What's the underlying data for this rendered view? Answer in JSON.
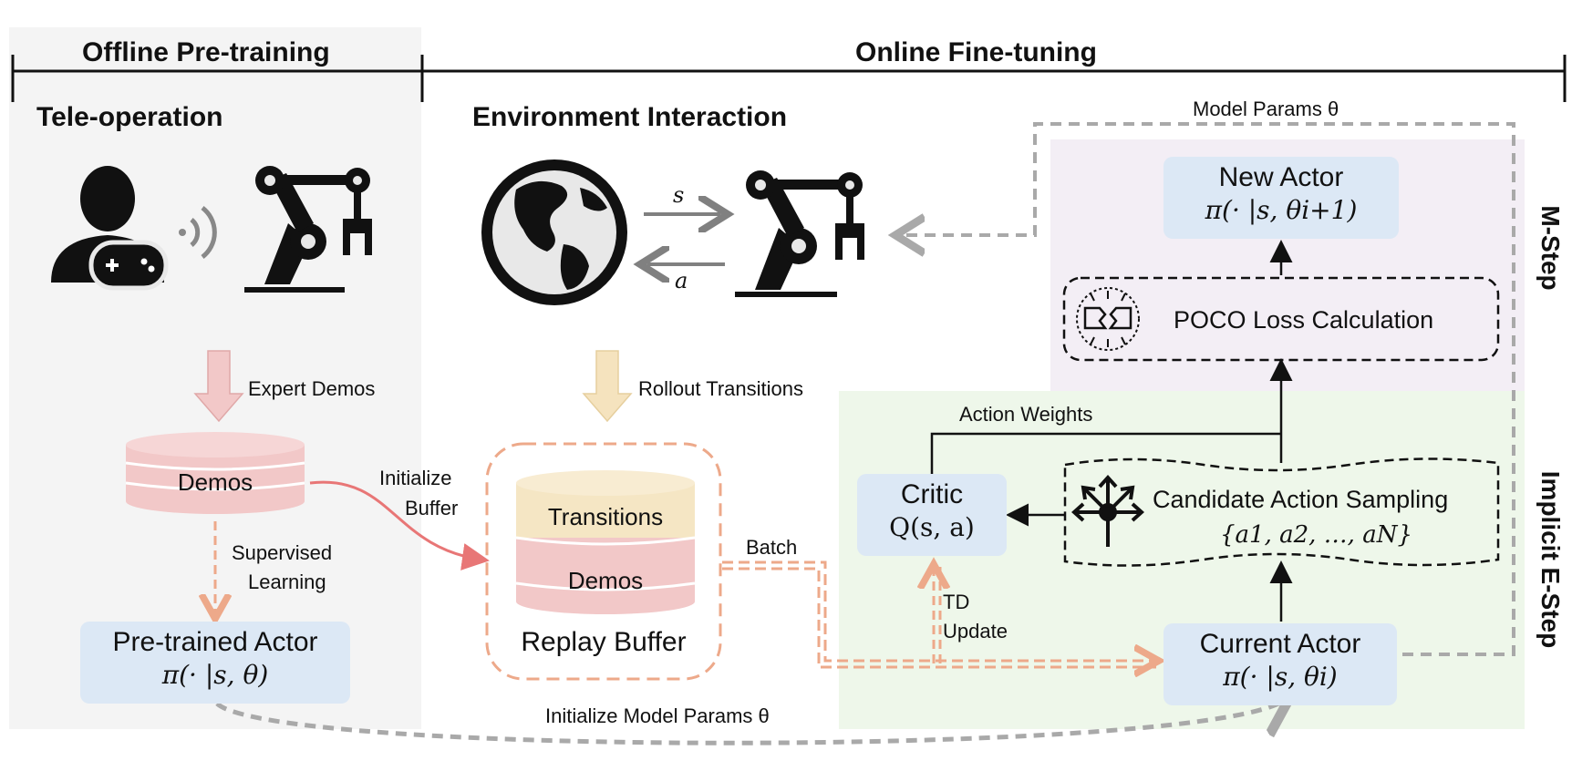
{
  "phases": {
    "offline": "Offline Pre-training",
    "online": "Online Fine-tuning"
  },
  "sections": {
    "teleop": "Tele-operation",
    "env": "Environment Interaction"
  },
  "steps": {
    "m_step": "M-Step",
    "e_step": "Implicit E-Step"
  },
  "labels": {
    "expert_demos": "Expert Demos",
    "rollout_transitions": "Rollout Transitions",
    "initialize_buffer_1": "Initialize",
    "initialize_buffer_2": "Buffer",
    "supervised_1": "Supervised",
    "supervised_2": "Learning",
    "batch": "Batch",
    "td_1": "TD",
    "td_2": "Update",
    "action_weights": "Action Weights",
    "model_params": "Model Params θ",
    "init_model_params": "Initialize Model Params θ",
    "env_s": "s",
    "env_a": "a"
  },
  "nodes": {
    "demos": "Demos",
    "transitions": "Transitions",
    "buffer_demos": "Demos",
    "replay_buffer": "Replay Buffer",
    "pretrained_actor": {
      "title": "Pre-trained Actor",
      "formula": "π(· |s, θ)"
    },
    "new_actor": {
      "title": "New Actor",
      "formula": "π(· |s, θi+1)"
    },
    "current_actor": {
      "title": "Current Actor",
      "formula": "π(· |s, θi)"
    },
    "critic": {
      "title": "Critic",
      "formula": "Q(s, a)"
    },
    "poco_loss": "POCO Loss Calculation",
    "candidate_sampling": {
      "title": "Candidate Action Sampling",
      "formula": "{a1, a2, …, aN}"
    }
  },
  "colors": {
    "offline_bg": "#f4f4f4",
    "m_step_bg": "#f3eef5",
    "e_step_bg": "#eef7ea",
    "actor_blue": "#dce8f5",
    "pink_arrow": "#f2c8c8",
    "yellow_arrow": "#f5e3be",
    "orange_dash": "#eda98a",
    "gray_dash": "#a9a9a9"
  },
  "icons": [
    "person-gamepad-icon",
    "wireless-signal-icon",
    "robot-arm-icon",
    "globe-icon",
    "handshake-icon",
    "action-arrows-icon",
    "database-icon"
  ]
}
